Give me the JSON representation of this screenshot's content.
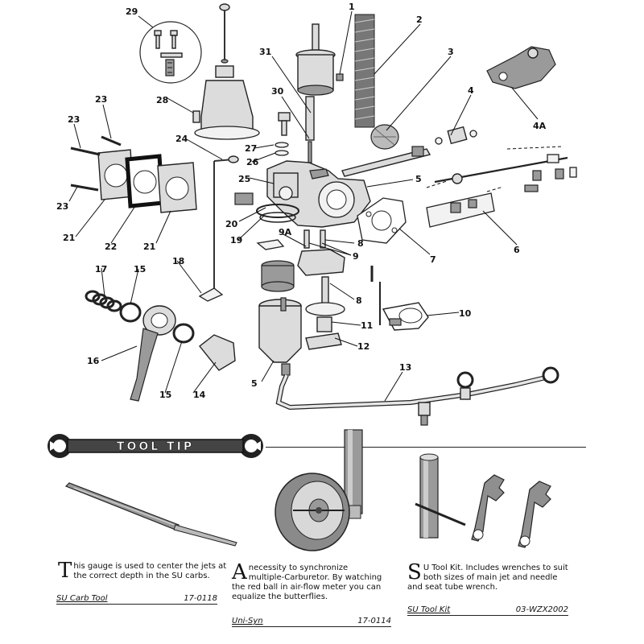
{
  "diagram": {
    "callouts": [
      {
        "label": "1"
      },
      {
        "label": "2"
      },
      {
        "label": "3"
      },
      {
        "label": "4"
      },
      {
        "label": "4A"
      },
      {
        "label": "5"
      },
      {
        "label": "5"
      },
      {
        "label": "6"
      },
      {
        "label": "7"
      },
      {
        "label": "8"
      },
      {
        "label": "8"
      },
      {
        "label": "9"
      },
      {
        "label": "9A"
      },
      {
        "label": "10"
      },
      {
        "label": "11"
      },
      {
        "label": "12"
      },
      {
        "label": "13"
      },
      {
        "label": "14"
      },
      {
        "label": "15"
      },
      {
        "label": "15"
      },
      {
        "label": "16"
      },
      {
        "label": "17"
      },
      {
        "label": "18"
      },
      {
        "label": "19"
      },
      {
        "label": "20"
      },
      {
        "label": "21"
      },
      {
        "label": "21"
      },
      {
        "label": "22"
      },
      {
        "label": "23"
      },
      {
        "label": "23"
      },
      {
        "label": "23"
      },
      {
        "label": "24"
      },
      {
        "label": "25"
      },
      {
        "label": "26"
      },
      {
        "label": "27"
      },
      {
        "label": "28"
      },
      {
        "label": "29"
      },
      {
        "label": "30"
      },
      {
        "label": "31"
      }
    ]
  },
  "tool_tip": {
    "banner": "TOOL TIP",
    "tools": [
      {
        "dropcap": "T",
        "description": "his gauge is used to center the jets at the correct depth in the SU carbs.",
        "name": "SU Carb Tool",
        "part_number": "17-0118"
      },
      {
        "dropcap": "A",
        "description": "necessity to synchronize multiple-Carburetor. By watching the red ball in air-flow meter you can equalize the butterflies.",
        "name": "Uni-Syn",
        "part_number": "17-0114"
      },
      {
        "dropcap": "S",
        "description": "U Tool Kit. Includes wrenches to suit both sizes of main jet and needle and seat tube wrench.",
        "name": "SU Tool Kit",
        "part_number": "03-WZX2002"
      }
    ]
  }
}
